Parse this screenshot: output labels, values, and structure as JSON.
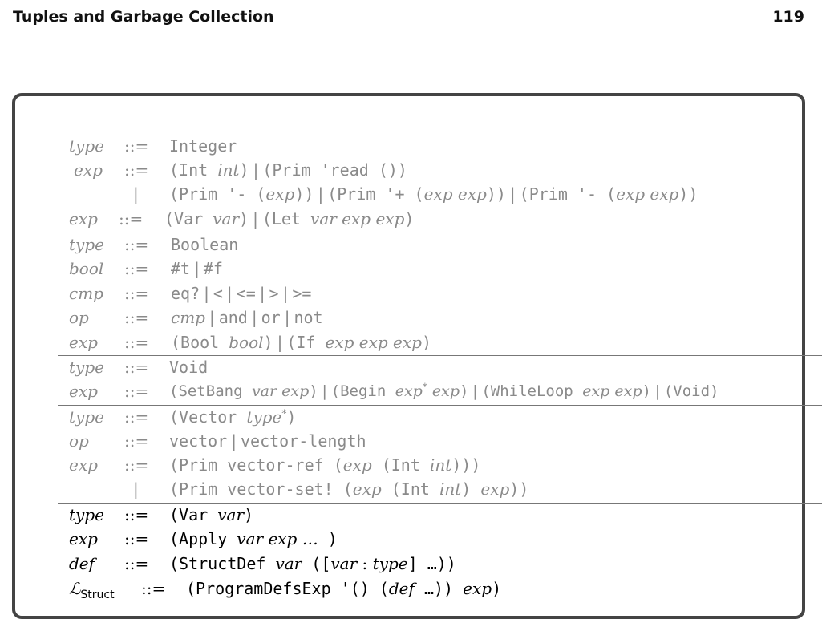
{
  "header": {
    "title": "Tuples and Garbage Collection",
    "page_number": "119"
  },
  "grammar": {
    "def_sym": "::=",
    "bar": "|",
    "r1_nt": "type",
    "r1_c": "Integer",
    "r2_nt": "exp",
    "r2_c1": "(Int ",
    "r2_i1": "int",
    "r2_c2": ")",
    "r2_c3": "(Prim 'read ())",
    "r3_c1": "(Prim '- (",
    "r3_i1": "exp",
    "r3_c2": "))",
    "r3_c3": "(Prim '+ (",
    "r3_i2": "exp exp",
    "r3_c4": "))",
    "r3_c5": "(Prim '- (",
    "r3_i3": "exp exp",
    "r3_c6": "))",
    "r4_nt": "exp",
    "r4_c1": "(Var ",
    "r4_i1": "var",
    "r4_c2": ")",
    "r4_c3": "(Let ",
    "r4_i2": "var exp exp",
    "r4_c4": ")",
    "r5_nt": "type",
    "r5_c": "Boolean",
    "r6_nt": "bool",
    "r6_c1": "#t",
    "r6_c2": "#f",
    "r7_nt": "cmp",
    "r7_c1": "eq?",
    "r7_c2": "<",
    "r7_c3": "<=",
    "r7_c4": ">",
    "r7_c5": ">=",
    "r8_nt": "op",
    "r8_i1": "cmp",
    "r8_c1": "and",
    "r8_c2": "or",
    "r8_c3": "not",
    "r9_nt": "exp",
    "r9_c1": "(Bool ",
    "r9_i1": "bool",
    "r9_c2": ")",
    "r9_c3": "(If ",
    "r9_i2": "exp exp exp",
    "r9_c4": ")",
    "r10_nt": "type",
    "r10_c": "Void",
    "r11_nt": "exp",
    "r11_c1": "(SetBang ",
    "r11_i1": "var exp",
    "r11_c2": ")",
    "r11_c3": "(Begin ",
    "r11_i2": "exp",
    "r11_s1": "*",
    "r11_i3": " exp",
    "r11_c4": ")",
    "r11_c5": "(WhileLoop ",
    "r11_i4": "exp exp",
    "r11_c6": ")",
    "r11_c7": "(Void)",
    "r12_nt": "type",
    "r12_c1": "(Vector ",
    "r12_i1": "type",
    "r12_s1": "*",
    "r12_c2": ")",
    "r13_nt": "op",
    "r13_c1": "vector",
    "r13_c2": "vector-length",
    "r14_nt": "exp",
    "r14_c1": "(Prim vector-ref (",
    "r14_i1": "exp",
    "r14_c2": " (Int ",
    "r14_i2": "int",
    "r14_c3": ")))",
    "r15_c1": "(Prim vector-set! (",
    "r15_i1": "exp",
    "r15_c2": " (Int ",
    "r15_i2": "int",
    "r15_c3": ") ",
    "r15_i3": "exp",
    "r15_c4": "))",
    "r16_nt": "type",
    "r16_c1": "(Var ",
    "r16_i1": "var",
    "r16_c2": ")",
    "r17_nt": "exp",
    "r17_c1": "(Apply ",
    "r17_i1": "var exp …",
    "r17_c2": " )",
    "r18_nt": "def",
    "r18_c1": "(StructDef ",
    "r18_i1": "var",
    "r18_c2": " ([",
    "r18_i2": "var",
    "r18_c3": " : ",
    "r18_i3": "type",
    "r18_c4": "] …))",
    "r19_nt": "ℒ",
    "r19_sub": "Struct",
    "r19_c1": "(ProgramDefsExp '() (",
    "r19_i1": "def",
    "r19_c2": " …)) ",
    "r19_i2": "exp",
    "r19_c3": ")"
  }
}
